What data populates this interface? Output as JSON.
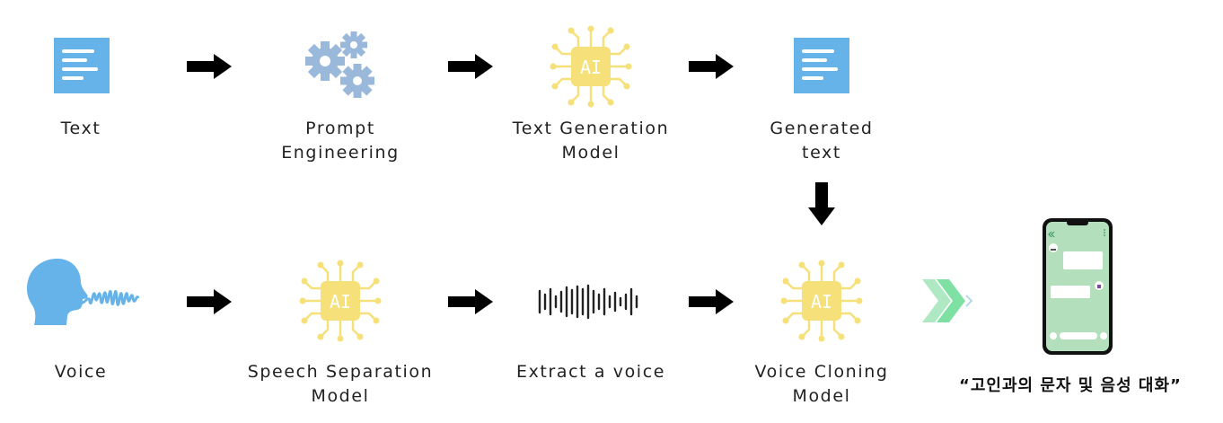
{
  "top_row": {
    "text_label": "Text",
    "prompt_label": "Prompt\nEngineering",
    "textgen_label": "Text Generation\nModel",
    "generated_label": "Generated\ntext"
  },
  "bottom_row": {
    "voice_label": "Voice",
    "speech_sep_label": "Speech Separation\nModel",
    "extract_label": "Extract a voice",
    "cloning_label": "Voice Cloning\nModel"
  },
  "ai_chip_text": "AI",
  "result_caption": "“고인과의 문자 및 음성 대화”",
  "colors": {
    "doc_blue": "#66b3ea",
    "gear_blue": "#9ab8da",
    "ai_yellow": "#f6e07a",
    "head_blue": "#66b3ea",
    "arrow_black": "#000000",
    "chevron_green": "#7ee0a3",
    "phone_screen": "#b4dfbd"
  }
}
